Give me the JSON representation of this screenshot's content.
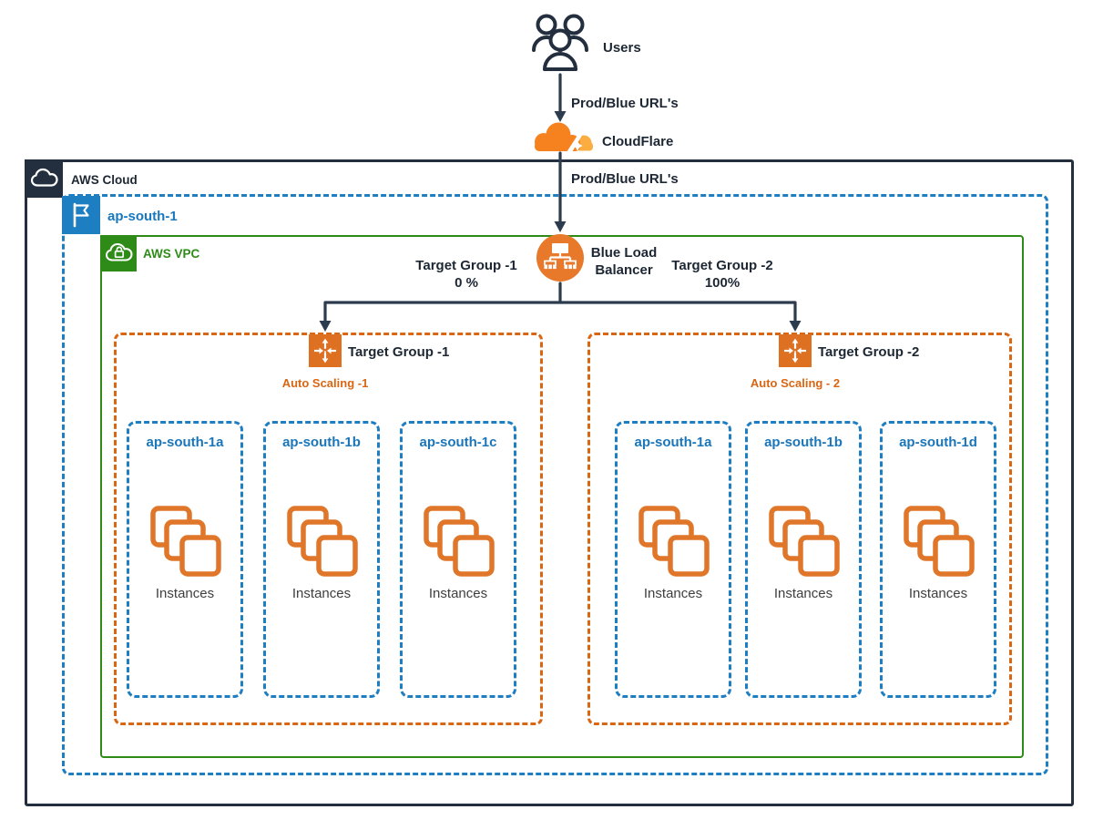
{
  "colors": {
    "navy": "#232F3E",
    "blue": "#1E7EC2",
    "green": "#2E8B17",
    "orange": "#D86613",
    "cloudflare_orange": "#F6821F",
    "cloudflare_light": "#FBAD41",
    "text_dark": "#1D2733"
  },
  "top": {
    "users_label": "Users",
    "prod_blue_label": "Prod/Blue URL's",
    "cloudflare_label": "CloudFlare"
  },
  "aws_cloud": {
    "label": "AWS Cloud",
    "prod_blue_label": "Prod/Blue URL's",
    "region": {
      "label": "ap-south-1",
      "vpc": {
        "label": "AWS VPC",
        "load_balancer": {
          "line1": "Blue Load",
          "line2": "Balancer"
        },
        "tg1_label": "Target Group -1",
        "tg1_value": "0 %",
        "tg2_label": "Target Group -2",
        "tg2_value": "100%",
        "groups": [
          {
            "title": "Target Group -1",
            "autoscaling_label": "Auto Scaling -1",
            "zones": [
              {
                "name": "ap-south-1a",
                "instances_label": "Instances"
              },
              {
                "name": "ap-south-1b",
                "instances_label": "Instances"
              },
              {
                "name": "ap-south-1c",
                "instances_label": "Instances"
              }
            ]
          },
          {
            "title": "Target Group -2",
            "autoscaling_label": "Auto Scaling - 2",
            "zones": [
              {
                "name": "ap-south-1a",
                "instances_label": "Instances"
              },
              {
                "name": "ap-south-1b",
                "instances_label": "Instances"
              },
              {
                "name": "ap-south-1d",
                "instances_label": "Instances"
              }
            ]
          }
        ]
      }
    }
  }
}
